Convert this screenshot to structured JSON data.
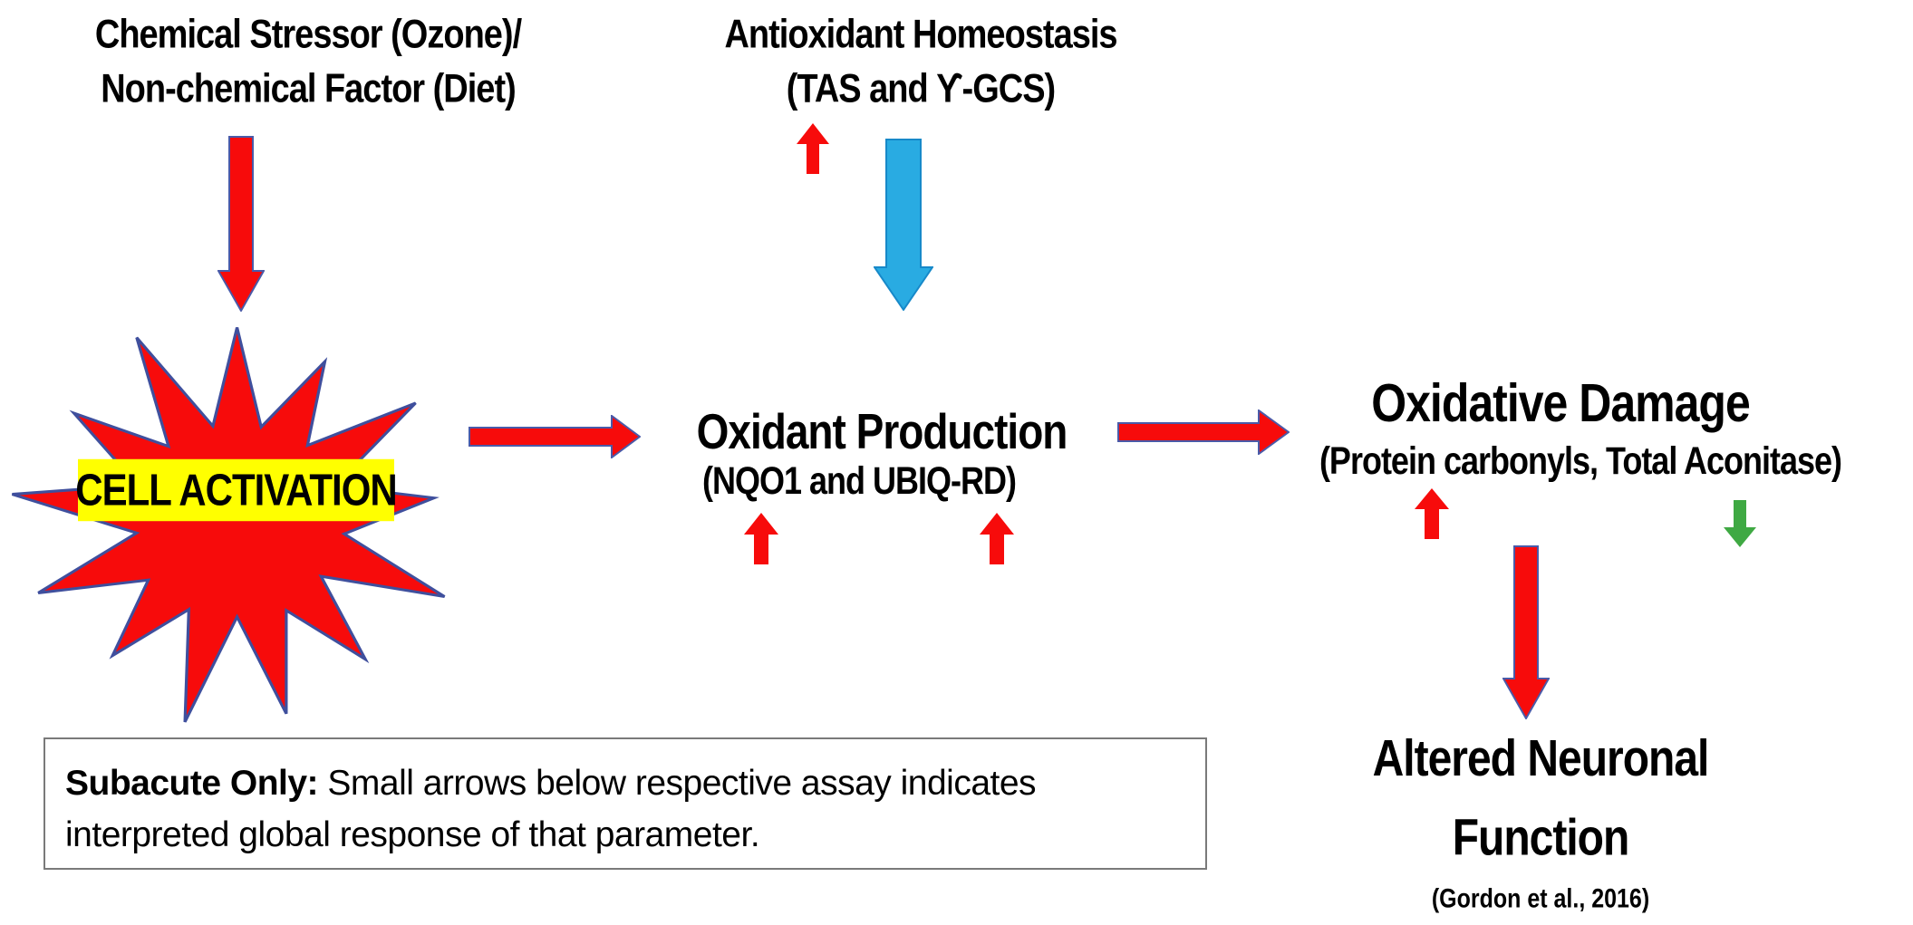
{
  "figure": {
    "stressors": {
      "line1": "Chemical Stressor (Ozone)/",
      "line2": "Non-chemical Factor (Diet)"
    },
    "antioxidant": {
      "line1": "Antioxidant Homeostasis",
      "line2": "(TAS and ϒ-GCS)"
    },
    "cell_activation_label": "CELL ACTIVATION",
    "oxidant_production": {
      "title": "Oxidant Production",
      "assays": "(NQO1 and UBIQ-RD)"
    },
    "oxidative_damage": {
      "title": "Oxidative Damage",
      "assays": "(Protein carbonyls, Total Aconitase)"
    },
    "altered_neuronal": {
      "line1": "Altered Neuronal",
      "line2": "Function",
      "citation": "(Gordon et al., 2016)"
    },
    "note": {
      "prefix": "Subacute Only:",
      "line1_rest": " Small arrows below respective assay indicates",
      "line2": "interpreted global response of that parameter."
    }
  },
  "arrows": {
    "stressor_to_activation": {
      "direction": "down",
      "color": "red",
      "size": "large"
    },
    "tas_response": {
      "direction": "up",
      "color": "red",
      "size": "small"
    },
    "antioxidant_decrease": {
      "direction": "down",
      "color": "blue",
      "size": "large"
    },
    "activation_to_oxidant": {
      "direction": "right",
      "color": "red",
      "size": "large"
    },
    "oxidant_to_damage": {
      "direction": "right",
      "color": "red",
      "size": "large"
    },
    "nqo1_response": {
      "direction": "up",
      "color": "red",
      "size": "small"
    },
    "ubiq_response": {
      "direction": "up",
      "color": "red",
      "size": "small"
    },
    "carbonyls_response": {
      "direction": "up",
      "color": "red",
      "size": "small"
    },
    "aconitase_response": {
      "direction": "down",
      "color": "green",
      "size": "small"
    },
    "damage_to_neuronal": {
      "direction": "down",
      "color": "red",
      "size": "large"
    }
  },
  "colors": {
    "red": "#f70b0b",
    "arrow_outline": "#4a5aa8",
    "blue_fill": "#29abe2",
    "blue_outline": "#1789c9",
    "green": "#3fa943",
    "yellow": "#ffff00",
    "star_outline": "#3f4f9d",
    "box_border": "#7a7a7a",
    "text": "#000000"
  }
}
